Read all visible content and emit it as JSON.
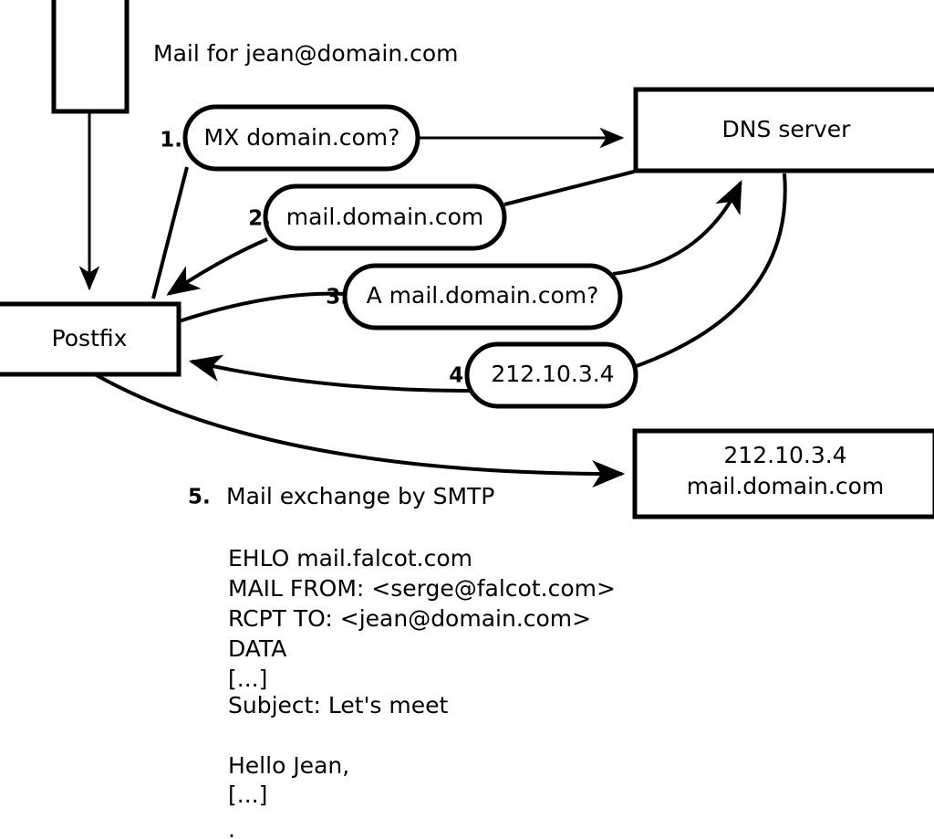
{
  "diagram": {
    "title_label": "Mail for jean@domain.com",
    "nodes": {
      "client": {
        "label": ""
      },
      "postfix": {
        "label": "Postfix"
      },
      "dns": {
        "label": "DNS server"
      },
      "mailserver": {
        "line1": "212.10.3.4",
        "line2": "mail.domain.com"
      }
    },
    "steps": [
      {
        "number": "1.",
        "message": "MX domain.com?"
      },
      {
        "number": "2.",
        "message": "mail.domain.com"
      },
      {
        "number": "3.",
        "message": "A mail.domain.com?"
      },
      {
        "number": "4.",
        "message": "212.10.3.4"
      }
    ],
    "step5": {
      "number": "5.",
      "label": "Mail exchange by SMTP"
    },
    "transcript": [
      "EHLO mail.falcot.com",
      "MAIL FROM: <serge@falcot.com>",
      "RCPT TO: <jean@domain.com>",
      "DATA",
      "[...]",
      "Subject: Let's meet",
      "",
      "Hello Jean,",
      "[...]",
      "",
      "."
    ],
    "colors": {
      "stroke": "#000000",
      "fill": "#ffffff"
    }
  }
}
